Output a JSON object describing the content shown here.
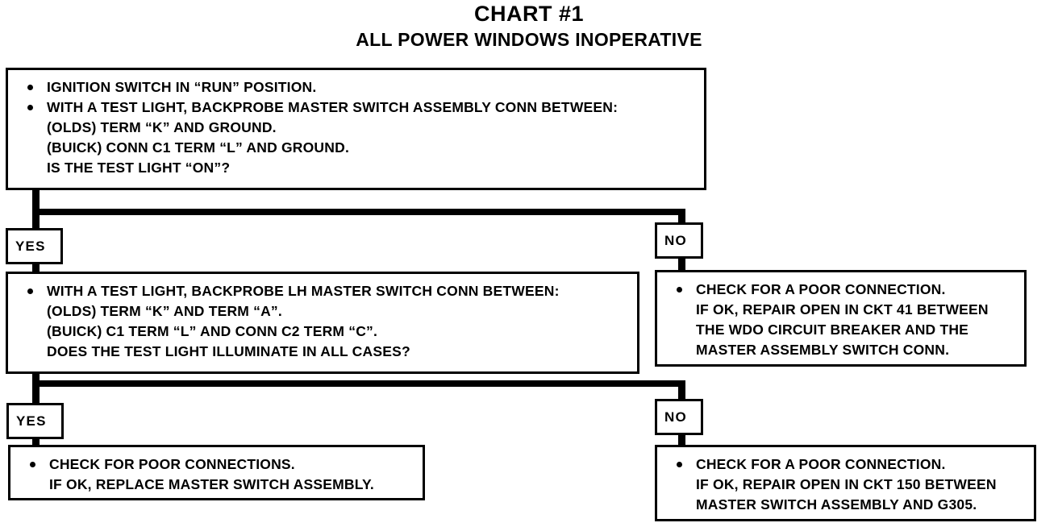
{
  "chart": {
    "title": "CHART #1",
    "subtitle": "ALL POWER WINDOWS INOPERATIVE"
  },
  "nodes": {
    "step1": {
      "name": "test-step-1",
      "lines": [
        {
          "bullet": true,
          "text": "IGNITION SWITCH IN “RUN” POSITION."
        },
        {
          "bullet": true,
          "text": "WITH A TEST LIGHT, BACKPROBE MASTER SWITCH ASSEMBLY CONN BETWEEN:"
        },
        {
          "bullet": false,
          "text": "(OLDS) TERM “K” AND GROUND."
        },
        {
          "bullet": false,
          "text": "(BUICK) CONN C1 TERM “L” AND GROUND."
        },
        {
          "bullet": false,
          "text": "IS THE TEST LIGHT “ON”?"
        }
      ]
    },
    "step2": {
      "name": "test-step-2",
      "lines": [
        {
          "bullet": true,
          "text": "WITH A TEST LIGHT, BACKPROBE LH MASTER SWITCH CONN BETWEEN:"
        },
        {
          "bullet": false,
          "text": "(OLDS) TERM “K” AND TERM “A”."
        },
        {
          "bullet": false,
          "text": "(BUICK) C1 TERM “L” AND CONN C2 TERM “C”."
        },
        {
          "bullet": false,
          "text": "DOES THE TEST LIGHT ILLUMINATE IN ALL CASES?"
        }
      ]
    },
    "step1_no_result": {
      "name": "result-step1-no",
      "lines": [
        {
          "bullet": true,
          "text": "CHECK FOR A POOR CONNECTION."
        },
        {
          "bullet": false,
          "text": "IF OK, REPAIR OPEN IN CKT 41 BETWEEN"
        },
        {
          "bullet": false,
          "text": "THE WDO CIRCUIT BREAKER AND THE"
        },
        {
          "bullet": false,
          "text": "MASTER ASSEMBLY SWITCH CONN."
        }
      ]
    },
    "step2_yes_result": {
      "name": "result-step2-yes",
      "lines": [
        {
          "bullet": true,
          "text": "CHECK FOR POOR CONNECTIONS."
        },
        {
          "bullet": false,
          "text": "IF OK, REPLACE MASTER SWITCH ASSEMBLY."
        }
      ]
    },
    "step2_no_result": {
      "name": "result-step2-no",
      "lines": [
        {
          "bullet": true,
          "text": "CHECK FOR A POOR CONNECTION."
        },
        {
          "bullet": false,
          "text": "IF OK, REPAIR OPEN IN CKT 150 BETWEEN"
        },
        {
          "bullet": false,
          "text": "MASTER SWITCH ASSEMBLY AND G305."
        }
      ]
    }
  },
  "branch_tags": {
    "step1_yes": "YES",
    "step1_no": "NO",
    "step2_yes": "YES",
    "step2_no": "NO"
  },
  "colors": {
    "ink": "#000000",
    "paper": "#ffffff"
  }
}
